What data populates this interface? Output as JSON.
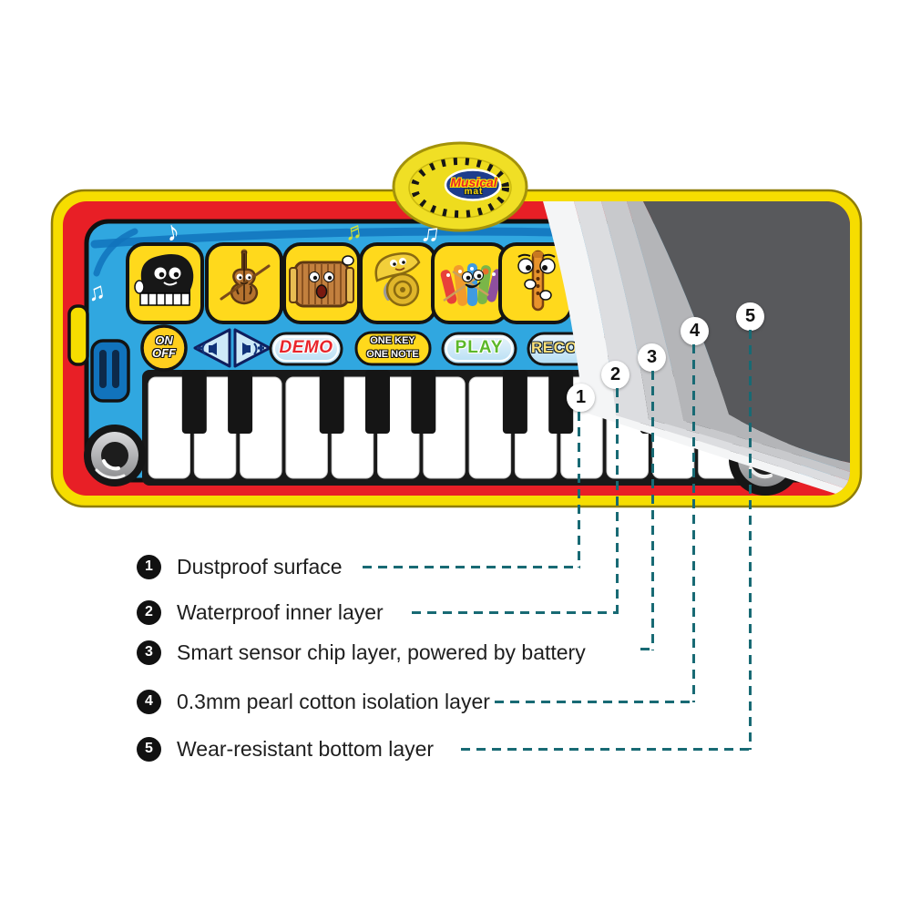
{
  "page": {
    "background": "#ffffff"
  },
  "mat": {
    "speaker_logo": {
      "brand": "Musical",
      "sub": "mat"
    },
    "controls": {
      "power_line1": "ON",
      "power_line2": "OFF",
      "volume_down_icon": "speaker-minus",
      "volume_up_icon": "speaker-plus",
      "demo_label": "DEMO",
      "one_key_line1": "ONE KEY",
      "one_key_line2": "ONE NOTE",
      "play_label": "PLAY",
      "record_label_visible": "RECO"
    },
    "instrument_icons": [
      "grand-piano",
      "cello",
      "accordion",
      "french-horn",
      "xylophone",
      "recorder-flute"
    ],
    "music_notes": [
      "♪",
      "♫",
      "♬",
      "♫"
    ]
  },
  "callouts": {
    "markers": [
      "1",
      "2",
      "3",
      "4",
      "5"
    ],
    "legend": [
      {
        "num": "1",
        "text": "Dustproof surface"
      },
      {
        "num": "2",
        "text": "Waterproof inner layer"
      },
      {
        "num": "3",
        "text": "Smart sensor chip layer, powered by battery"
      },
      {
        "num": "4",
        "text": "0.3mm pearl cotton isolation layer"
      },
      {
        "num": "5",
        "text": "Wear-resistant bottom layer"
      }
    ]
  },
  "colors": {
    "mat_red": "#e81f26",
    "mat_yellow": "#f6dd00",
    "mat_blue": "#30a7e0",
    "accent_blue_dark": "#1173bc",
    "callout_dash_teal": "#186a74",
    "flap_underside_gray": "#58595c",
    "demo_text_red": "#e8252b",
    "play_text_green": "#5cb829"
  }
}
